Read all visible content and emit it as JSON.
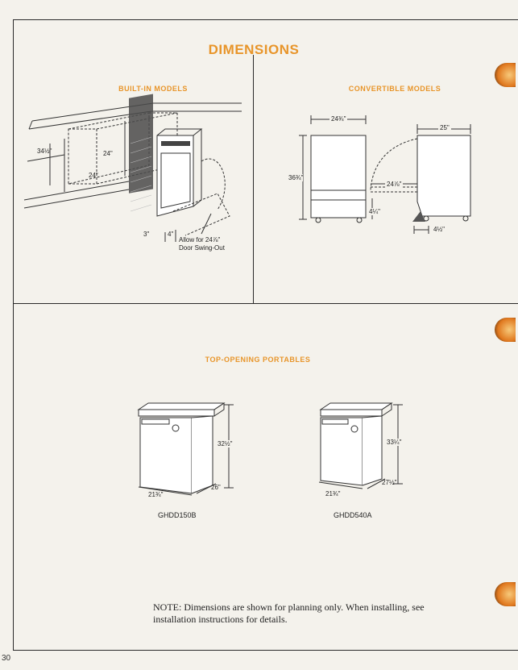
{
  "page": {
    "title": "DIMENSIONS",
    "page_number": "30",
    "accent_color": "#e8952a"
  },
  "builtin": {
    "heading": "BUILT-IN MODELS",
    "dims": {
      "height": "34½\"",
      "depth": "24\"",
      "width": "24\"",
      "bottom_a": "3\"",
      "bottom_b": "4\"",
      "swing_line1": "Allow for 24⅞\"",
      "swing_line2": "Door Swing-Out"
    }
  },
  "convertible": {
    "heading": "CONVERTIBLE MODELS",
    "dims": {
      "front_width": "24¾\"",
      "height": "36¾\"",
      "side_depth": "25\"",
      "swing": "24⅞\"",
      "toe": "4¼\"",
      "side_toe": "4½\""
    }
  },
  "portables": {
    "heading": "TOP-OPENING PORTABLES",
    "models": [
      {
        "name": "GHDD150B",
        "height": "32½\"",
        "width": "21¾\"",
        "depth": "26\""
      },
      {
        "name": "GHDD540A",
        "height": "33¼\"",
        "width": "21¾\"",
        "depth": "27½\""
      }
    ]
  },
  "note": "NOTE: Dimensions are shown for planning only. When installing, see installation instructions for details."
}
